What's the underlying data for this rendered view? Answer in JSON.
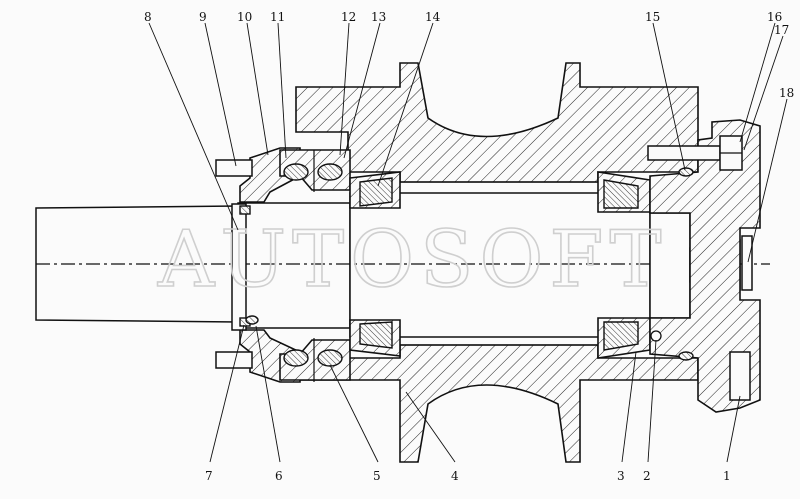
{
  "watermark": "AUTOSOFT",
  "callouts": [
    {
      "id": "c1",
      "label": "1"
    },
    {
      "id": "c2",
      "label": "2"
    },
    {
      "id": "c3",
      "label": "3"
    },
    {
      "id": "c4",
      "label": "4"
    },
    {
      "id": "c5",
      "label": "5"
    },
    {
      "id": "c6",
      "label": "6"
    },
    {
      "id": "c7",
      "label": "7"
    },
    {
      "id": "c8",
      "label": "8"
    },
    {
      "id": "c9",
      "label": "9"
    },
    {
      "id": "c10",
      "label": "10"
    },
    {
      "id": "c11",
      "label": "11"
    },
    {
      "id": "c12",
      "label": "12"
    },
    {
      "id": "c13",
      "label": "13"
    },
    {
      "id": "c14",
      "label": "14"
    },
    {
      "id": "c15",
      "label": "15"
    },
    {
      "id": "c16",
      "label": "16"
    },
    {
      "id": "c17",
      "label": "17"
    },
    {
      "id": "c18",
      "label": "18"
    }
  ]
}
